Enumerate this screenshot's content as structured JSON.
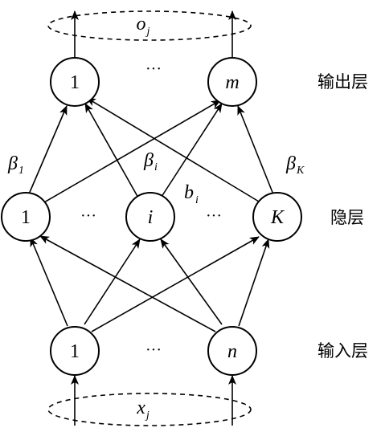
{
  "output_layer": {
    "label": "输出层",
    "nodes": [
      "1",
      "m"
    ],
    "ellipsis": "···",
    "output_var": "o",
    "output_sub": "j"
  },
  "hidden_layer": {
    "label": "隐层",
    "nodes": [
      "1",
      "i",
      "K"
    ],
    "ellipsis": "···",
    "bias": "b",
    "bias_sub": "i"
  },
  "input_layer": {
    "label": "输入层",
    "nodes": [
      "1",
      "n"
    ],
    "ellipsis": "···",
    "input_var": "x",
    "input_sub": "j"
  },
  "weights": [
    {
      "symbol": "β",
      "sub": "1"
    },
    {
      "symbol": "β",
      "sub": "i"
    },
    {
      "symbol": "β",
      "sub": "K"
    }
  ]
}
